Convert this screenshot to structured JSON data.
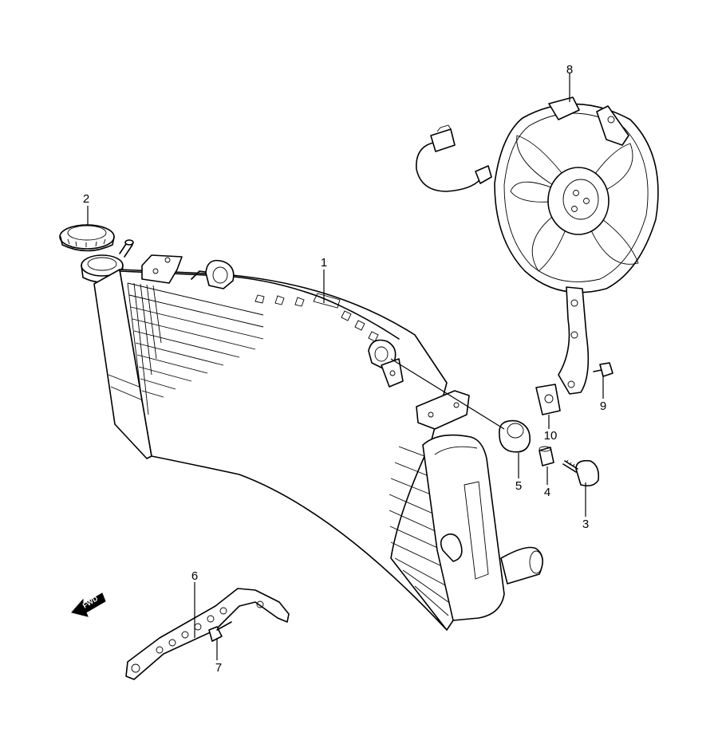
{
  "callouts": [
    {
      "id": "1",
      "label": "1"
    },
    {
      "id": "2",
      "label": "2"
    },
    {
      "id": "3",
      "label": "3"
    },
    {
      "id": "4",
      "label": "4"
    },
    {
      "id": "5",
      "label": "5"
    },
    {
      "id": "6",
      "label": "6"
    },
    {
      "id": "7",
      "label": "7"
    },
    {
      "id": "8",
      "label": "8"
    },
    {
      "id": "9",
      "label": "9"
    },
    {
      "id": "10",
      "label": "10"
    }
  ],
  "direction_arrow": {
    "label": "FWD"
  }
}
